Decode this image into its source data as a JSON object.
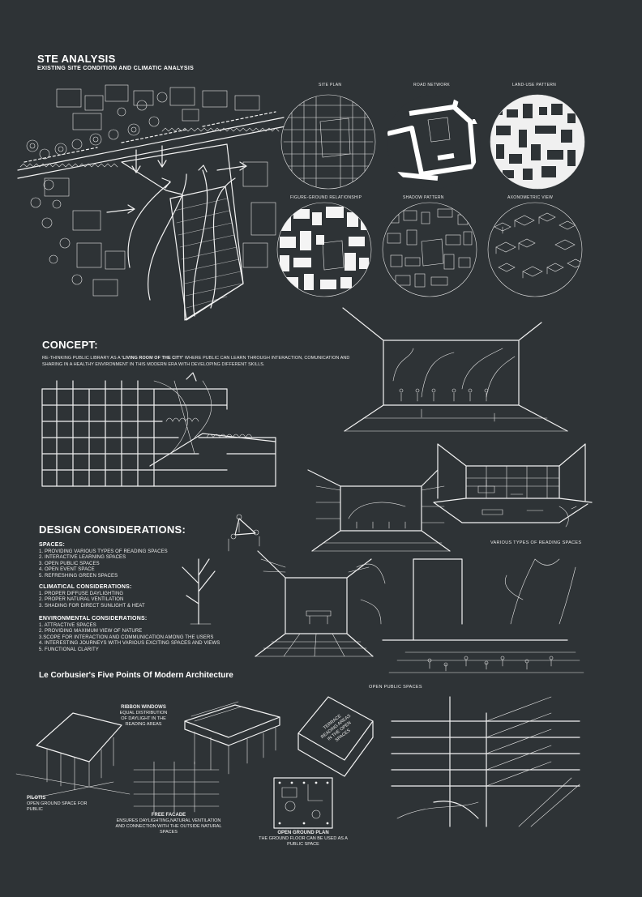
{
  "site": {
    "title": "STE ANALYSIS",
    "subtitle": "EXISTING SITE CONDITION AND CLIMATIC ANALYSIS",
    "maps": [
      {
        "label": "SITE PLAN"
      },
      {
        "label": "ROAD NETWORK"
      },
      {
        "label": "LAND-USE PATTERN"
      },
      {
        "label": "FIGURE-GROUND RELATIONSHIP"
      },
      {
        "label": "SHADOW PATTERN"
      },
      {
        "label": "AXONOMETRIC VIEW"
      }
    ]
  },
  "concept": {
    "title": "CONCEPT:",
    "text_before": "RE-THINKING PUBLIC LIBRARY AS A ",
    "highlight": "'LIVING ROOM OF THE CITY'",
    "text_after": " WHERE PUBLIC CAN LEARN THROUGH INTERACTION, COMUNICATION AND SHARING IN A HEALTHY ENVIRONMENT IN THIS MODERN ERA WITH DEVELOPING DIFFERENT SKILLS."
  },
  "design": {
    "title": "DESIGN CONSIDERATIONS:",
    "groups": [
      {
        "heading": "SPACES:",
        "items": [
          "1. PROVIDING VARIOUS TYPES OF READING SPACES",
          "2. INTERACTIVE LEARNING SPACES",
          "3. OPEN PUBLIC SPACES",
          "4. OPEN EVENT SPACE",
          "5. REFRESHING GREEN SPACES"
        ]
      },
      {
        "heading": "CLIMATICAL CONSIDERATIONS:",
        "items": [
          "1. PROPER DIFFUSE DAYLIGHTING",
          "2. PROPER NATURAL VENTILATION",
          "3. SHADING FOR DIRECT SUNLIGHT & HEAT"
        ]
      },
      {
        "heading": "ENVIRONMENTAL CONSIDERATIONS:",
        "items": [
          "1. ATTRACTIVE SPACES",
          "2. PROVIDING MAXIMUM VIEW OF NATURE",
          "3.SCOPE FOR INTERACTION AND COMMUNICATION AMONG THE USERS",
          "4. INTERESTING JOURNEYS WITH VARIOUS EXCITING SPACES AND VIEWS",
          "5. FUNCTIONAL CLARITY"
        ]
      }
    ],
    "reading_caption": "VARIOUS TYPES OF READING SPACES",
    "public_caption": "OPEN PUBLIC SPACES"
  },
  "corbusier": {
    "title": "Le Corbusier's Five Points Of Modern Architecture",
    "ribbon": {
      "title": "RIBBON WINDOWS",
      "lines": [
        "EQUAL DISTRIBUTION",
        "OF DAYLIGHT IN THE",
        "READING AREAS"
      ]
    },
    "terrace": {
      "title": "TERRACE",
      "lines": [
        "READING AREAS",
        "IN THE OPEN",
        "SPACES"
      ]
    },
    "pilotis": {
      "title": "PILOTIS",
      "lines": [
        "OPEN GROUND SPACE FOR",
        "PUBLIC"
      ]
    },
    "facade": {
      "title": "FREE FACADE",
      "lines": [
        "ENSURES DAYLIGHTING,NATURAL VENTILATION",
        "AND CONNECTION WITH THE OUTSIDE NATURAL",
        "SPACES"
      ]
    },
    "plan": {
      "title": "OPEN GROUND PLAN",
      "lines": [
        "THE GROUND FLOOR CAN BE USED AS A",
        "PUBLIC  SPACE"
      ]
    }
  },
  "colors": {
    "background": "#2e3336",
    "ink": "#ffffff"
  }
}
